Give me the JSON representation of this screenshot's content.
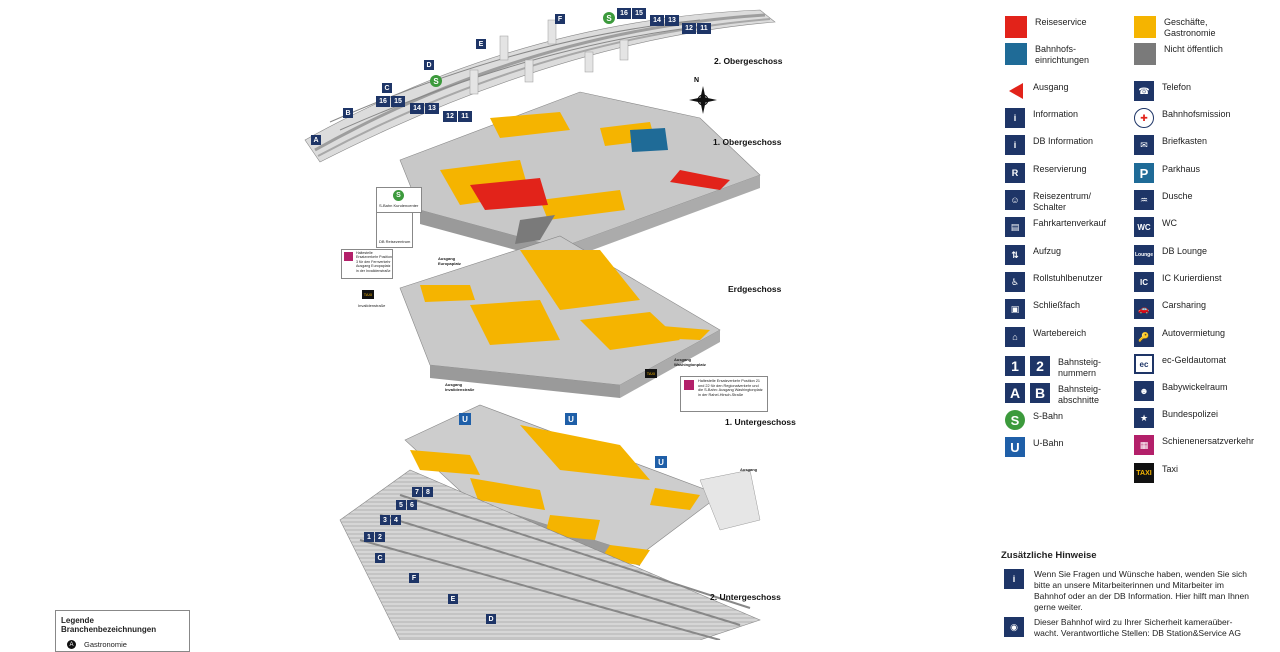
{
  "floors": {
    "og2": "2. Obergeschoss",
    "og1": "1. Obergeschoss",
    "eg": "Erdgeschoss",
    "ug1": "1. Untergeschoss",
    "ug2": "2. Untergeschoss"
  },
  "compass": "N",
  "track_numbers_top": [
    "16",
    "15",
    "14",
    "13",
    "12",
    "11"
  ],
  "track_numbers_top2": [
    "16",
    "15",
    "14",
    "13",
    "12",
    "11"
  ],
  "track_numbers_bottom": [
    "7",
    "8",
    "5",
    "6",
    "3",
    "4",
    "1",
    "2"
  ],
  "sections_top": [
    "A",
    "B",
    "C",
    "D",
    "E",
    "F"
  ],
  "sections_bottom": [
    "C",
    "F",
    "E",
    "D"
  ],
  "exits": {
    "europaplatz": "Ausgang Europaplatz",
    "washingtonplatz": "Ausgang Washingtonplatz",
    "invalidenstrasse": "Ausgang Invalidenstraße",
    "ausgang": "Ausgang"
  },
  "callouts": {
    "sbahn_center": "S-Bahn Kundencenter",
    "db_reisezentrum": "DB Reisezentrum",
    "sev1": "Haltestelle Ersatzverkehr Position 3 für den Fernverkehr Ausgang Europaplatz in der Invalidenstraße",
    "sev2": "Haltestelle Ersatzverkehr Position 21 und 22 für den Regionalverkehr und die S-Bahn: Ausgang Washingtonplatz in der Rahel-Hirsch-Straße",
    "taxi": "TAXI",
    "invalidenstr": "Invalidenstraße"
  },
  "legend": {
    "colors": [
      {
        "label": "Reiseservice",
        "color": "#e2231a"
      },
      {
        "label": "Bahnhofs-\neinrichtungen",
        "color": "#1f6b97"
      },
      {
        "label": "Geschäfte,\nGastronomie",
        "color": "#f5b400"
      },
      {
        "label": "Nicht öffentlich",
        "color": "#7a7a7a"
      }
    ],
    "left_items": [
      {
        "label": "Ausgang",
        "icon": "exit-arrow-icon"
      },
      {
        "label": "Information",
        "icon": "information-icon",
        "glyph": "i"
      },
      {
        "label": "DB Information",
        "icon": "db-information-icon",
        "glyph": "i"
      },
      {
        "label": "Reservierung",
        "icon": "reservation-icon",
        "glyph": "R"
      },
      {
        "label": "Reisezentrum/\nSchalter",
        "icon": "ticket-counter-icon",
        "glyph": "☺"
      },
      {
        "label": "Fahrkartenverkauf",
        "icon": "ticket-machine-icon",
        "glyph": "▤"
      },
      {
        "label": "Aufzug",
        "icon": "elevator-icon",
        "glyph": "⇅"
      },
      {
        "label": "Rollstuhlbenutzer",
        "icon": "wheelchair-icon",
        "glyph": "♿"
      },
      {
        "label": "Schließfach",
        "icon": "locker-icon",
        "glyph": "▣"
      },
      {
        "label": "Wartebereich",
        "icon": "waiting-area-icon",
        "glyph": "⌂"
      },
      {
        "label": "Bahnsteig-\nnummern",
        "icon": "platform-number-icon",
        "glyph": "1"
      },
      {
        "label": "Bahnsteig-\nabschnitte",
        "icon": "platform-section-icon",
        "glyph": "A"
      },
      {
        "label": "S-Bahn",
        "icon": "s-bahn-icon",
        "glyph": "S"
      },
      {
        "label": "U-Bahn",
        "icon": "u-bahn-icon",
        "glyph": "U"
      }
    ],
    "right_items": [
      {
        "label": "Telefon",
        "icon": "telephone-icon",
        "glyph": "☎"
      },
      {
        "label": "Bahnhofsmission",
        "icon": "railway-mission-icon",
        "glyph": "✚"
      },
      {
        "label": "Briefkasten",
        "icon": "mailbox-icon",
        "glyph": "✉"
      },
      {
        "label": "Parkhaus",
        "icon": "parking-icon",
        "glyph": "P"
      },
      {
        "label": "Dusche",
        "icon": "shower-icon",
        "glyph": "♒"
      },
      {
        "label": "WC",
        "icon": "wc-icon",
        "glyph": "WC"
      },
      {
        "label": "DB Lounge",
        "icon": "db-lounge-icon",
        "glyph": "Lounge"
      },
      {
        "label": "IC Kurierdienst",
        "icon": "ic-courier-icon",
        "glyph": "IC"
      },
      {
        "label": "Carsharing",
        "icon": "carsharing-icon",
        "glyph": "🚗"
      },
      {
        "label": "Autovermietung",
        "icon": "car-rental-icon",
        "glyph": "🔑"
      },
      {
        "label": "ec-Geldautomat",
        "icon": "atm-icon",
        "glyph": "ec"
      },
      {
        "label": "Babywickelraum",
        "icon": "baby-changing-icon",
        "glyph": "☻"
      },
      {
        "label": "Bundespolizei",
        "icon": "federal-police-icon",
        "glyph": "★"
      },
      {
        "label": "Schienenersatzverkehr",
        "icon": "rail-replacement-bus-icon",
        "glyph": "▦"
      },
      {
        "label": "Taxi",
        "icon": "taxi-icon",
        "glyph": "TAXI"
      }
    ],
    "platform_numbers": [
      "1",
      "2"
    ],
    "platform_sections": [
      "A",
      "B"
    ],
    "sbahn_label": "S",
    "ubahn_label": "U",
    "taxi_label": "TAXI"
  },
  "extra": {
    "title": "Zusätzliche Hinweise",
    "notes": [
      "Wenn Sie Fragen und Wünsche haben, wenden Sie sich bitte an unsere Mitarbeiterinnen und Mitarbeiter im Bahnhof oder an der DB Information. Hier hilft man Ihnen gerne weiter.",
      "Dieser Bahnhof wird zu Ihrer Sicherheit kameraüber-wacht. Verantwortliche Stellen: DB Station&Service AG"
    ]
  },
  "branch": {
    "title": "Legende Branchenbezeichnungen",
    "first_code": "A",
    "first_label": "Gastronomie"
  },
  "colors": {
    "shop": "#f5b400",
    "service": "#e2231a",
    "facility": "#1f6b97",
    "closed": "#7a7a7a",
    "floor": "#cfcfcf",
    "floor_dark": "#9a9a9a",
    "navy": "#1e3567"
  }
}
